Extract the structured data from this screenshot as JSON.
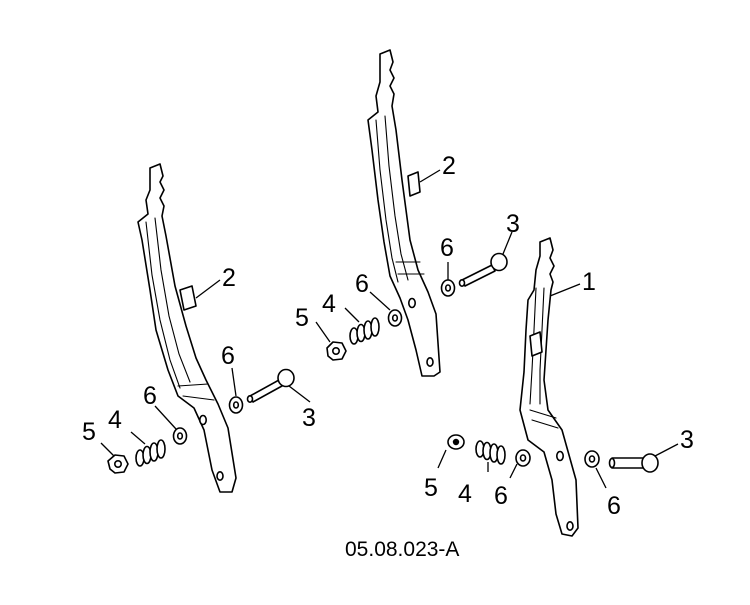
{
  "diagram": {
    "figure_code": "05.08.023-A",
    "callouts": {
      "left": {
        "bracket": "2",
        "pin": "3",
        "spring": "4",
        "nut": "5",
        "washer_outer": "6",
        "washer_inner": "6"
      },
      "middle": {
        "bracket": "2",
        "pin": "3",
        "spring": "4",
        "nut": "5",
        "washer_outer": "6",
        "washer_inner": "6"
      },
      "right": {
        "bracket": "1",
        "pin": "3",
        "spring": "4",
        "nut": "5",
        "washer_outer": "6",
        "washer_inner": "6"
      }
    }
  }
}
